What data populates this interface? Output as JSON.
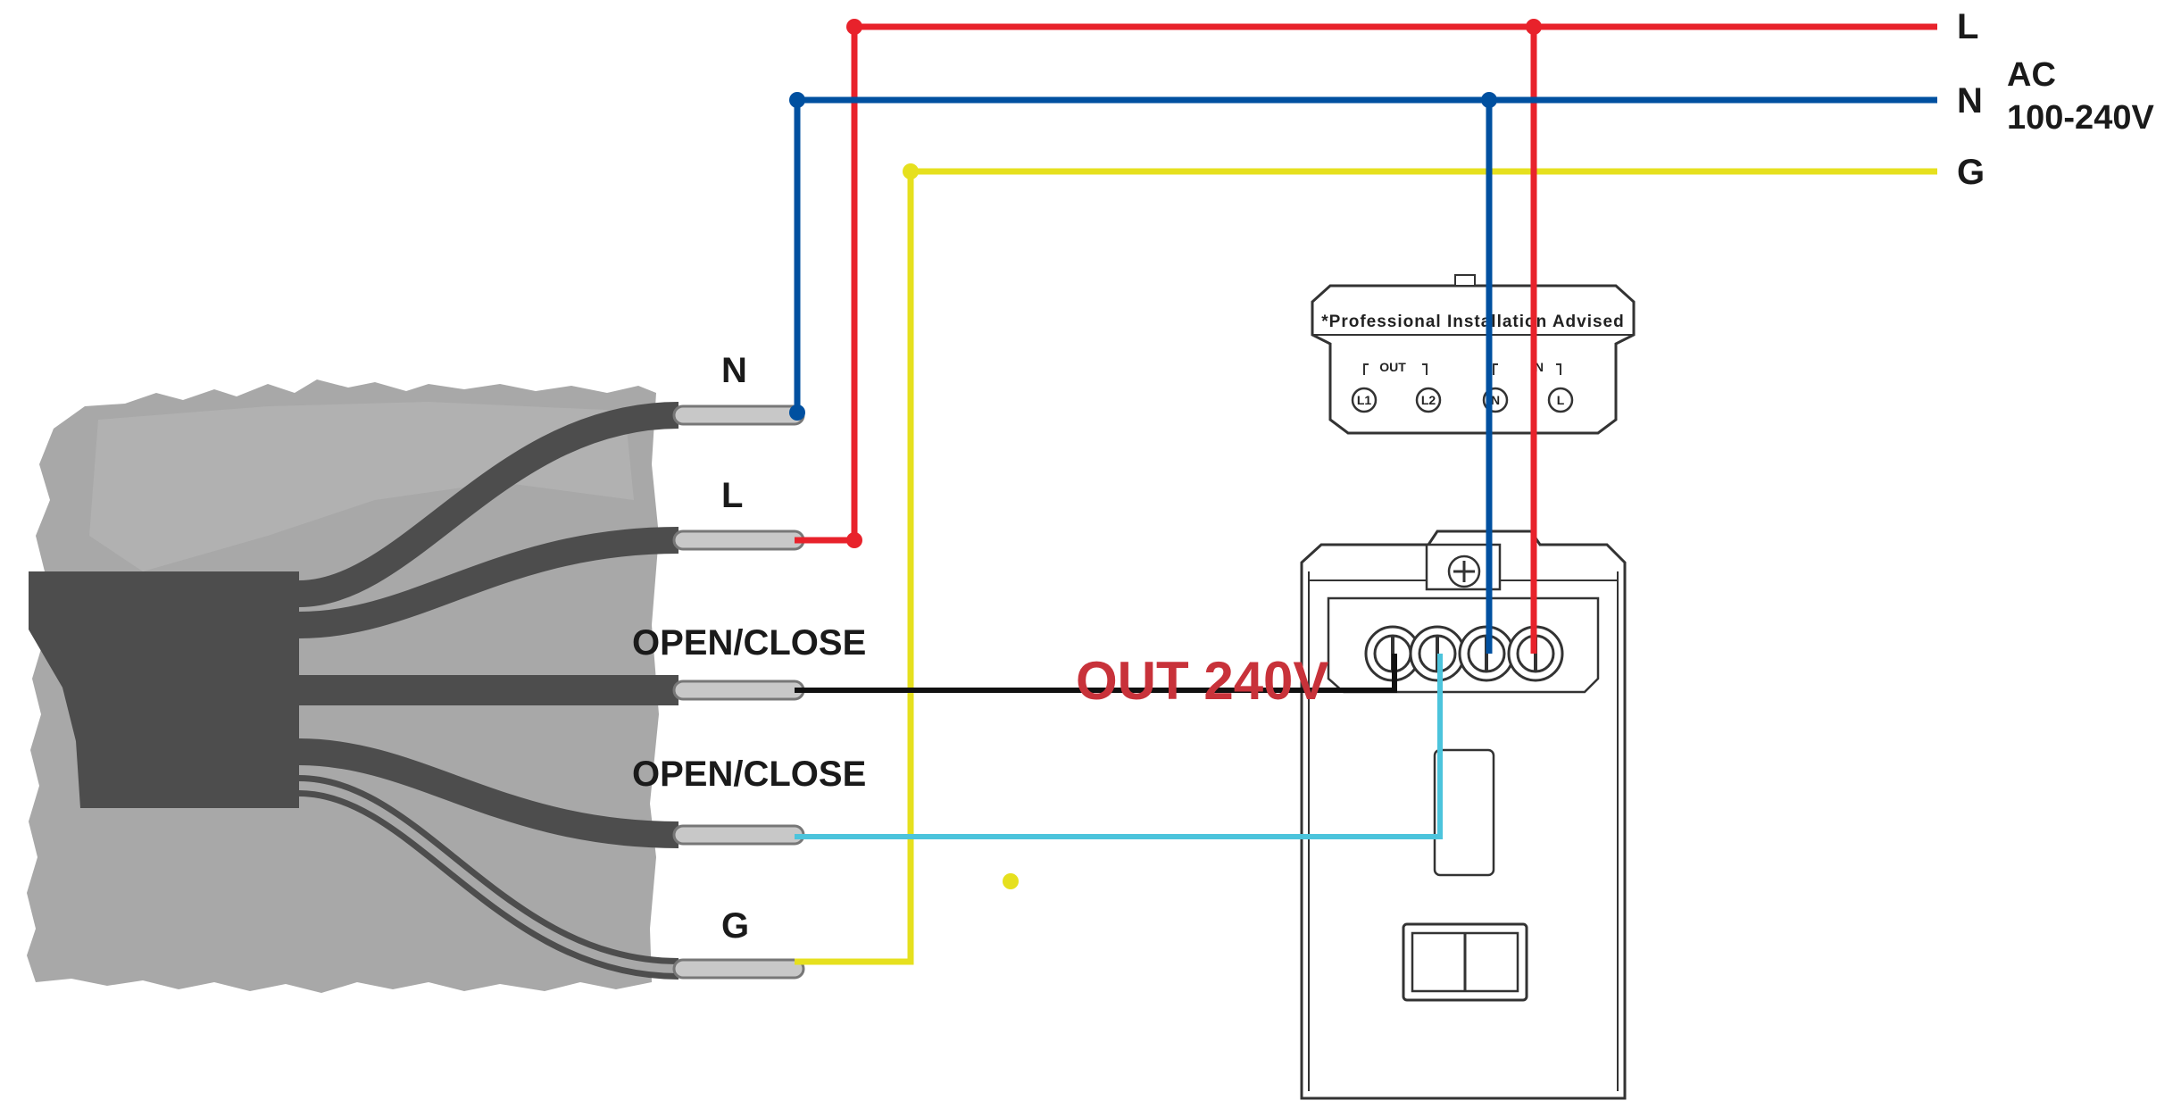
{
  "colors": {
    "live": "#e8222b",
    "neutral": "#0050a0",
    "ground": "#e6e01e",
    "out_black": "#111111",
    "out_cyan": "#4cc4dc",
    "out_text": "#c8323a",
    "cable": "#4d4d4d",
    "wall": "#a8a8a8"
  },
  "supply": {
    "L": "L",
    "N": "N",
    "G": "G",
    "ac": "AC",
    "voltage": "100-240V"
  },
  "motor_wires": {
    "n": "N",
    "l": "L",
    "open_close_1": "OPEN/CLOSE",
    "open_close_2": "OPEN/CLOSE",
    "g": "G"
  },
  "device": {
    "notice": "*Professional Installation Advised",
    "out_group": "OUT",
    "in_group": "IN",
    "terminals": [
      "L1",
      "L2",
      "N",
      "L"
    ],
    "output_label": "OUT 240V"
  }
}
